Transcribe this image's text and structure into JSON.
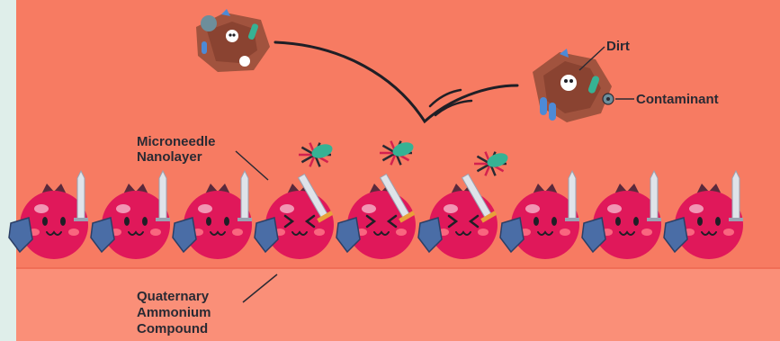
{
  "labels": {
    "dirt": "Dirt",
    "contaminant": "Contaminant",
    "microneedle_line1": "Microneedle",
    "microneedle_line2": "Nanolayer",
    "quat_line1": "Quaternary",
    "quat_line2": "Ammonium",
    "quat_line3": "Compound"
  },
  "colors": {
    "background_top": "#f77b62",
    "background_band": "#fa8f78",
    "floor_line": "#f5866f",
    "berry": "#e0185a",
    "shield": "#4a6da6",
    "blade": "#dfe3e9",
    "dirt_rock": "#a1533e",
    "germ_teal": "#36b294",
    "germ_red": "#d3214f",
    "label_text": "#2a2a33",
    "side_panel": "#dfeeea"
  },
  "characters": {
    "expressions": [
      "happy",
      "happy",
      "happy",
      "fighting",
      "fighting",
      "fighting",
      "happy",
      "happy",
      "happy"
    ]
  }
}
